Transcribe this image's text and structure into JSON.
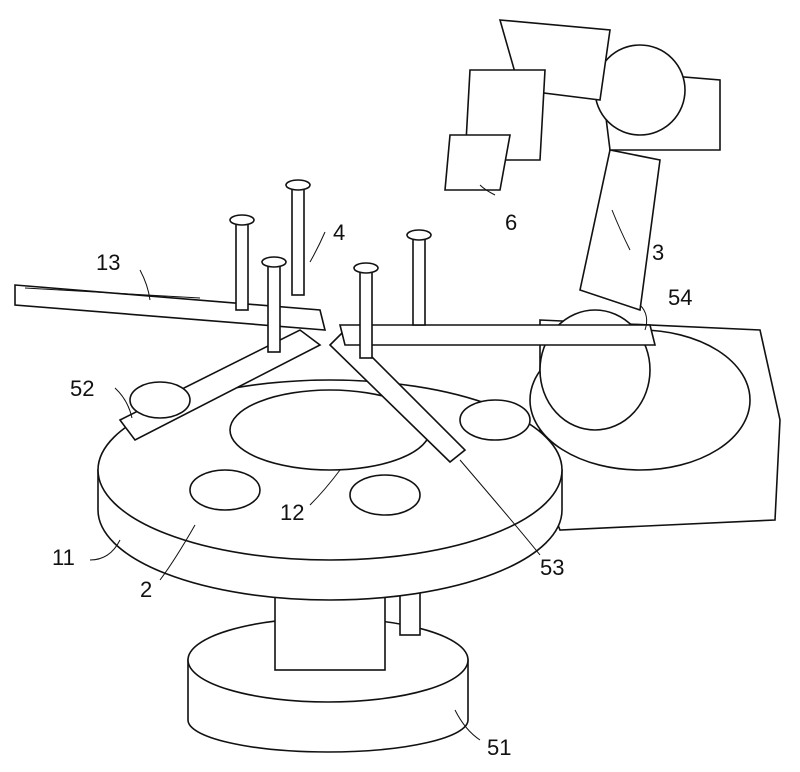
{
  "figure": {
    "type": "patent-drawing",
    "labels": [
      {
        "id": "label-2",
        "text": "2"
      },
      {
        "id": "label-3",
        "text": "3"
      },
      {
        "id": "label-4",
        "text": "4"
      },
      {
        "id": "label-6",
        "text": "6"
      },
      {
        "id": "label-11",
        "text": "11"
      },
      {
        "id": "label-12",
        "text": "12"
      },
      {
        "id": "label-13",
        "text": "13"
      },
      {
        "id": "label-51",
        "text": "51"
      },
      {
        "id": "label-52",
        "text": "52"
      },
      {
        "id": "label-53",
        "text": "53"
      },
      {
        "id": "label-54",
        "text": "54"
      }
    ]
  }
}
